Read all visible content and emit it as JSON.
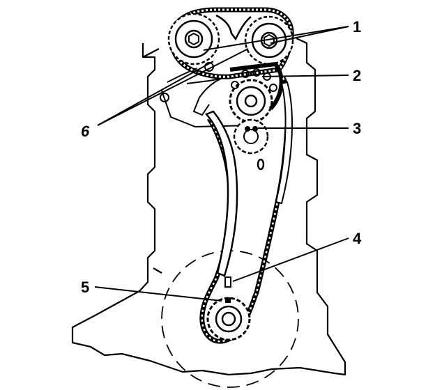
{
  "diagram": {
    "callouts": {
      "c1": "1",
      "c2": "2",
      "c3": "3",
      "c4": "4",
      "c5": "5",
      "c6": "6"
    },
    "colors": {
      "ink": "#000000",
      "paper": "#ffffff"
    }
  }
}
